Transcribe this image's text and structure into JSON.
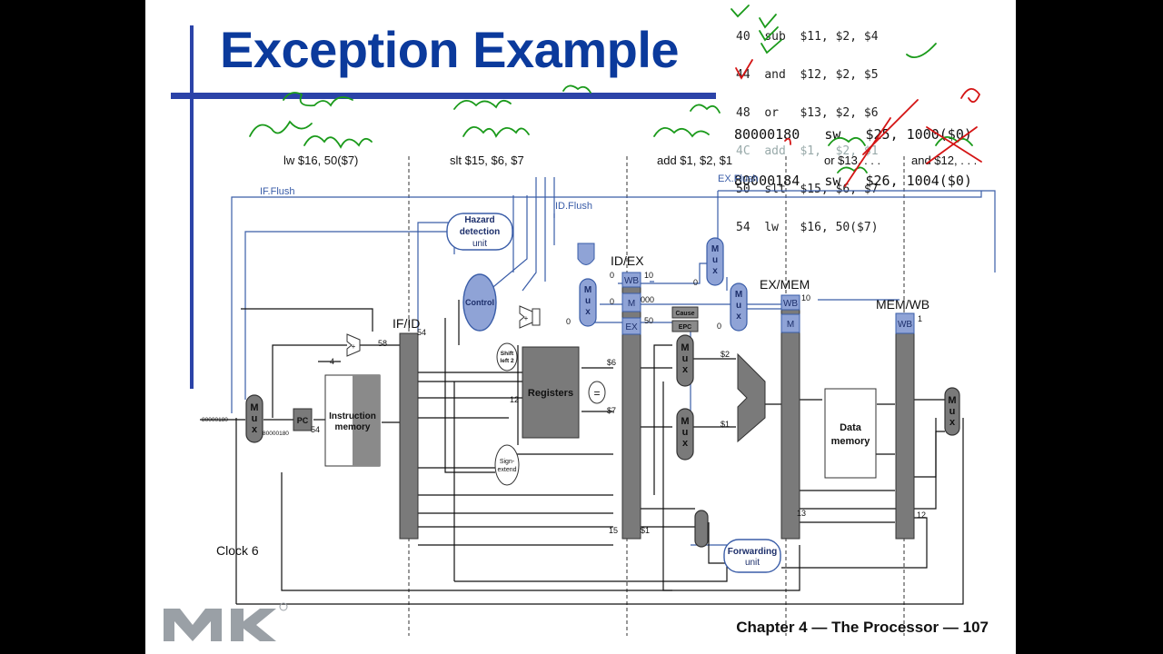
{
  "slide": {
    "title": "Exception Example",
    "footer": "Chapter 4 — The Processor — 107",
    "clock": "Clock 6",
    "logo_text": "MK"
  },
  "code_lines": [
    {
      "addr": "40",
      "instr": "sub  $11, $2, $4"
    },
    {
      "addr": "44",
      "instr": "and  $12, $2, $5"
    },
    {
      "addr": "48",
      "instr": "or   $13, $2, $6"
    },
    {
      "addr": "4C",
      "instr": "add  $1,  $2, $1"
    },
    {
      "addr": "50",
      "instr": "slt  $15, $6, $7"
    },
    {
      "addr": "54",
      "instr": "lw   $16, 50($7)"
    }
  ],
  "handler_lines": [
    "80000180   sw   $25, 1000($0)",
    "80000184   sw   $26, 1004($0)"
  ],
  "stages": {
    "if": "lw $16, 50($7)",
    "id": "slt $15, $6, $7",
    "ex": "add $1, $2, $1",
    "mem": "or $13, . . .",
    "wb": "and $12, . . ."
  },
  "pipeline_regs": {
    "if_id": "IF/ID",
    "id_ex": "ID/EX",
    "ex_mem": "EX/MEM",
    "mem_wb": "MEM/WB"
  },
  "blocks": {
    "hazard": [
      "Hazard",
      "detection",
      "unit"
    ],
    "control": "Control",
    "registers": "Registers",
    "imem": [
      "Instruction",
      "memory"
    ],
    "dmem": [
      "Data",
      "memory"
    ],
    "forwarding": [
      "Forwarding",
      "unit"
    ],
    "pc": "PC",
    "sign_extend": [
      "Sign-",
      "extend"
    ],
    "shift": [
      "Shift",
      "left 2"
    ],
    "cause": "Cause",
    "epc": "EPC",
    "mux": [
      "M",
      "u",
      "x"
    ],
    "add": "+",
    "eq": "="
  },
  "signals": {
    "if_flush": "IF.Flush",
    "id_flush": "ID.Flush",
    "ex_flush": "EX.Flush",
    "wb": "WB",
    "m": "M",
    "ex": "EX"
  },
  "values": {
    "v80000180_in": "80000180",
    "v80000180_pc": "80000180",
    "v54_pc": "54",
    "v58": "58",
    "v54_ifid": "54",
    "v4": "4",
    "v6": "$6",
    "v7": "$7",
    "v12": "12",
    "v15": "15",
    "v1_reg": "$1",
    "v2": "$2",
    "v1": "$1",
    "v0a": "0",
    "v0b": "0",
    "v0c": "0",
    "v0d": "0",
    "v0e": "0",
    "v10": "10",
    "v000": "000",
    "v50": "50",
    "v10b": "10",
    "v1wb": "1",
    "v13": "13",
    "v12b": "12"
  }
}
